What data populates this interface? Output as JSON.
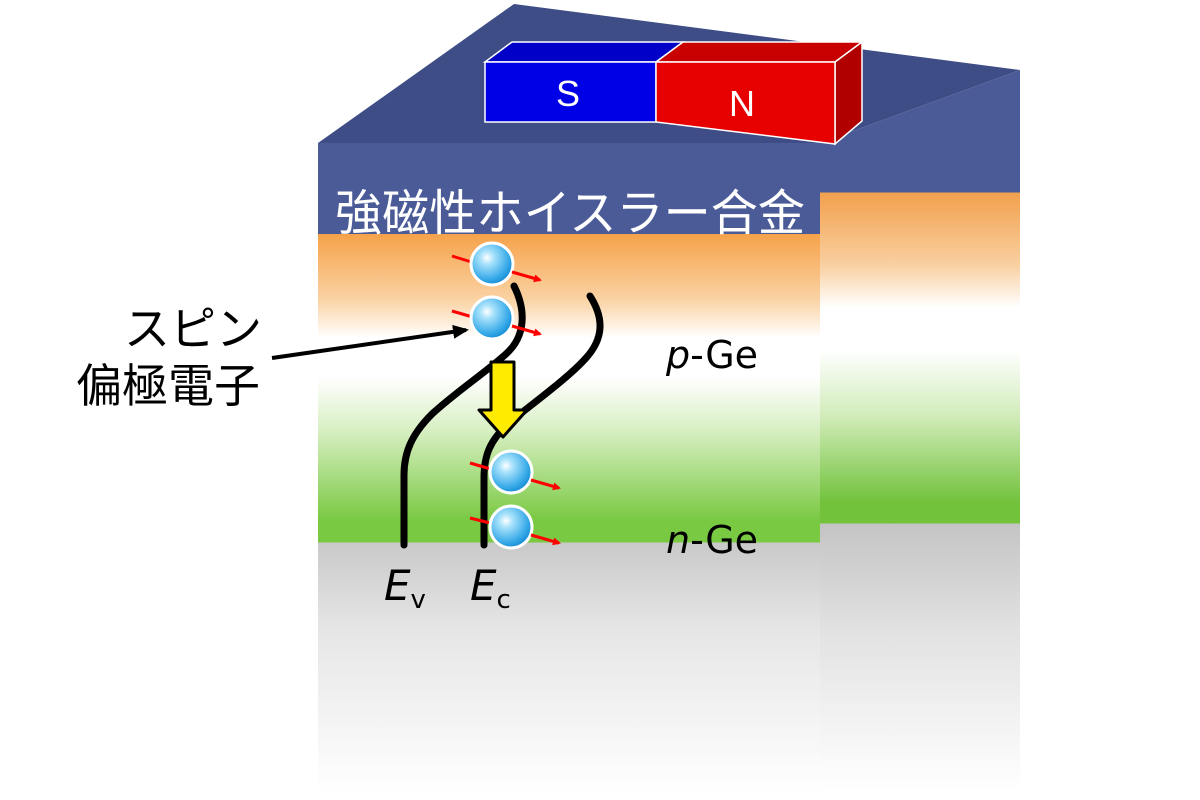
{
  "layers": {
    "ferromagnet_label": "強磁性ホイスラー合金",
    "p_layer": {
      "prefix": "p",
      "suffix": "-Ge"
    },
    "n_layer": {
      "prefix": "n",
      "suffix": "-Ge"
    }
  },
  "magnet": {
    "south_label": "S",
    "north_label": "N",
    "south_color": "#0000e6",
    "north_color": "#e60000"
  },
  "spin_label": {
    "line1": "スピン",
    "line2": "偏極電子"
  },
  "bands": {
    "valence": {
      "main": "E",
      "sub": "v"
    },
    "conduction": {
      "main": "E",
      "sub": "c"
    }
  },
  "colors": {
    "ferromagnet_front": "#4b5b97",
    "ferromagnet_top": "#3e4d85",
    "p_doped": "#f7a64a",
    "n_doped": "#7ac943",
    "substrate": "#cfcfcf",
    "electron": "#4fb9f0",
    "spin_arrow": "#ff0000",
    "transfer_arrow": "#ffeb00"
  }
}
